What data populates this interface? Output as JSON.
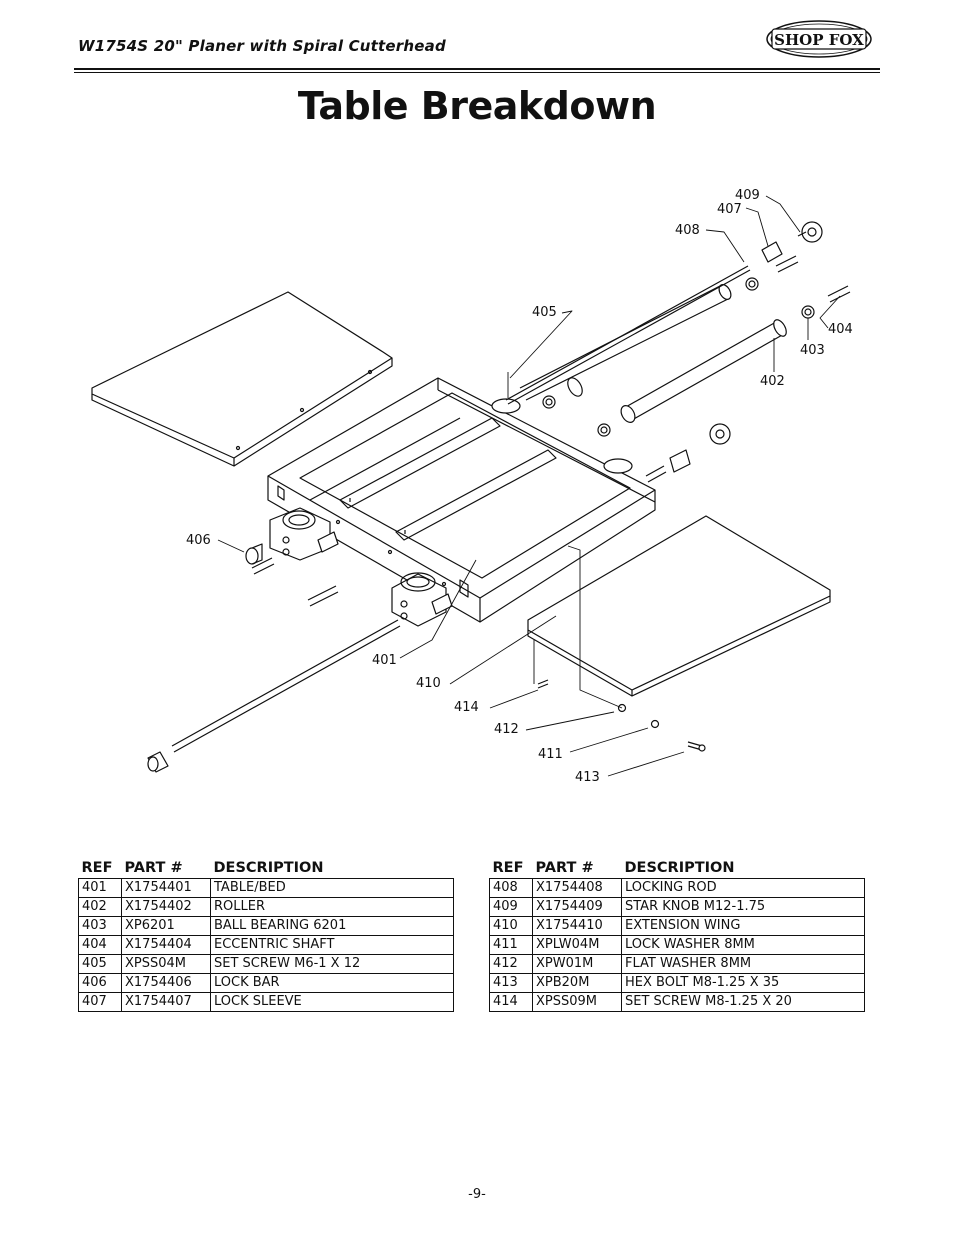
{
  "header": {
    "title": "W1754S 20\" Planer with Spiral Cutterhead",
    "logo_text": "SHOP FOX"
  },
  "page_title": "Table Breakdown",
  "diagram": {
    "callouts": [
      "401",
      "402",
      "403",
      "404",
      "405",
      "406",
      "407",
      "408",
      "409",
      "410",
      "411",
      "412",
      "413",
      "414"
    ]
  },
  "parts_columns": {
    "ref": "REF",
    "part": "PART #",
    "description": "DESCRIPTION"
  },
  "parts_left": [
    {
      "ref": "401",
      "part": "X1754401",
      "description": "TABLE/BED"
    },
    {
      "ref": "402",
      "part": "X1754402",
      "description": "ROLLER"
    },
    {
      "ref": "403",
      "part": "XP6201",
      "description": "BALL BEARING 6201"
    },
    {
      "ref": "404",
      "part": "X1754404",
      "description": "ECCENTRIC SHAFT"
    },
    {
      "ref": "405",
      "part": "XPSS04M",
      "description": "SET SCREW M6-1 X 12"
    },
    {
      "ref": "406",
      "part": "X1754406",
      "description": "LOCK BAR"
    },
    {
      "ref": "407",
      "part": "X1754407",
      "description": "LOCK SLEEVE"
    }
  ],
  "parts_right": [
    {
      "ref": "408",
      "part": "X1754408",
      "description": "LOCKING ROD"
    },
    {
      "ref": "409",
      "part": "X1754409",
      "description": "STAR KNOB M12-1.75"
    },
    {
      "ref": "410",
      "part": "X1754410",
      "description": "EXTENSION WING"
    },
    {
      "ref": "411",
      "part": "XPLW04M",
      "description": "LOCK WASHER 8MM"
    },
    {
      "ref": "412",
      "part": "XPW01M",
      "description": "FLAT WASHER 8MM"
    },
    {
      "ref": "413",
      "part": "XPB20M",
      "description": "HEX BOLT M8-1.25 X 35"
    },
    {
      "ref": "414",
      "part": "XPSS09M",
      "description": "SET SCREW M8-1.25 X 20"
    }
  ],
  "page_number": "-9-"
}
